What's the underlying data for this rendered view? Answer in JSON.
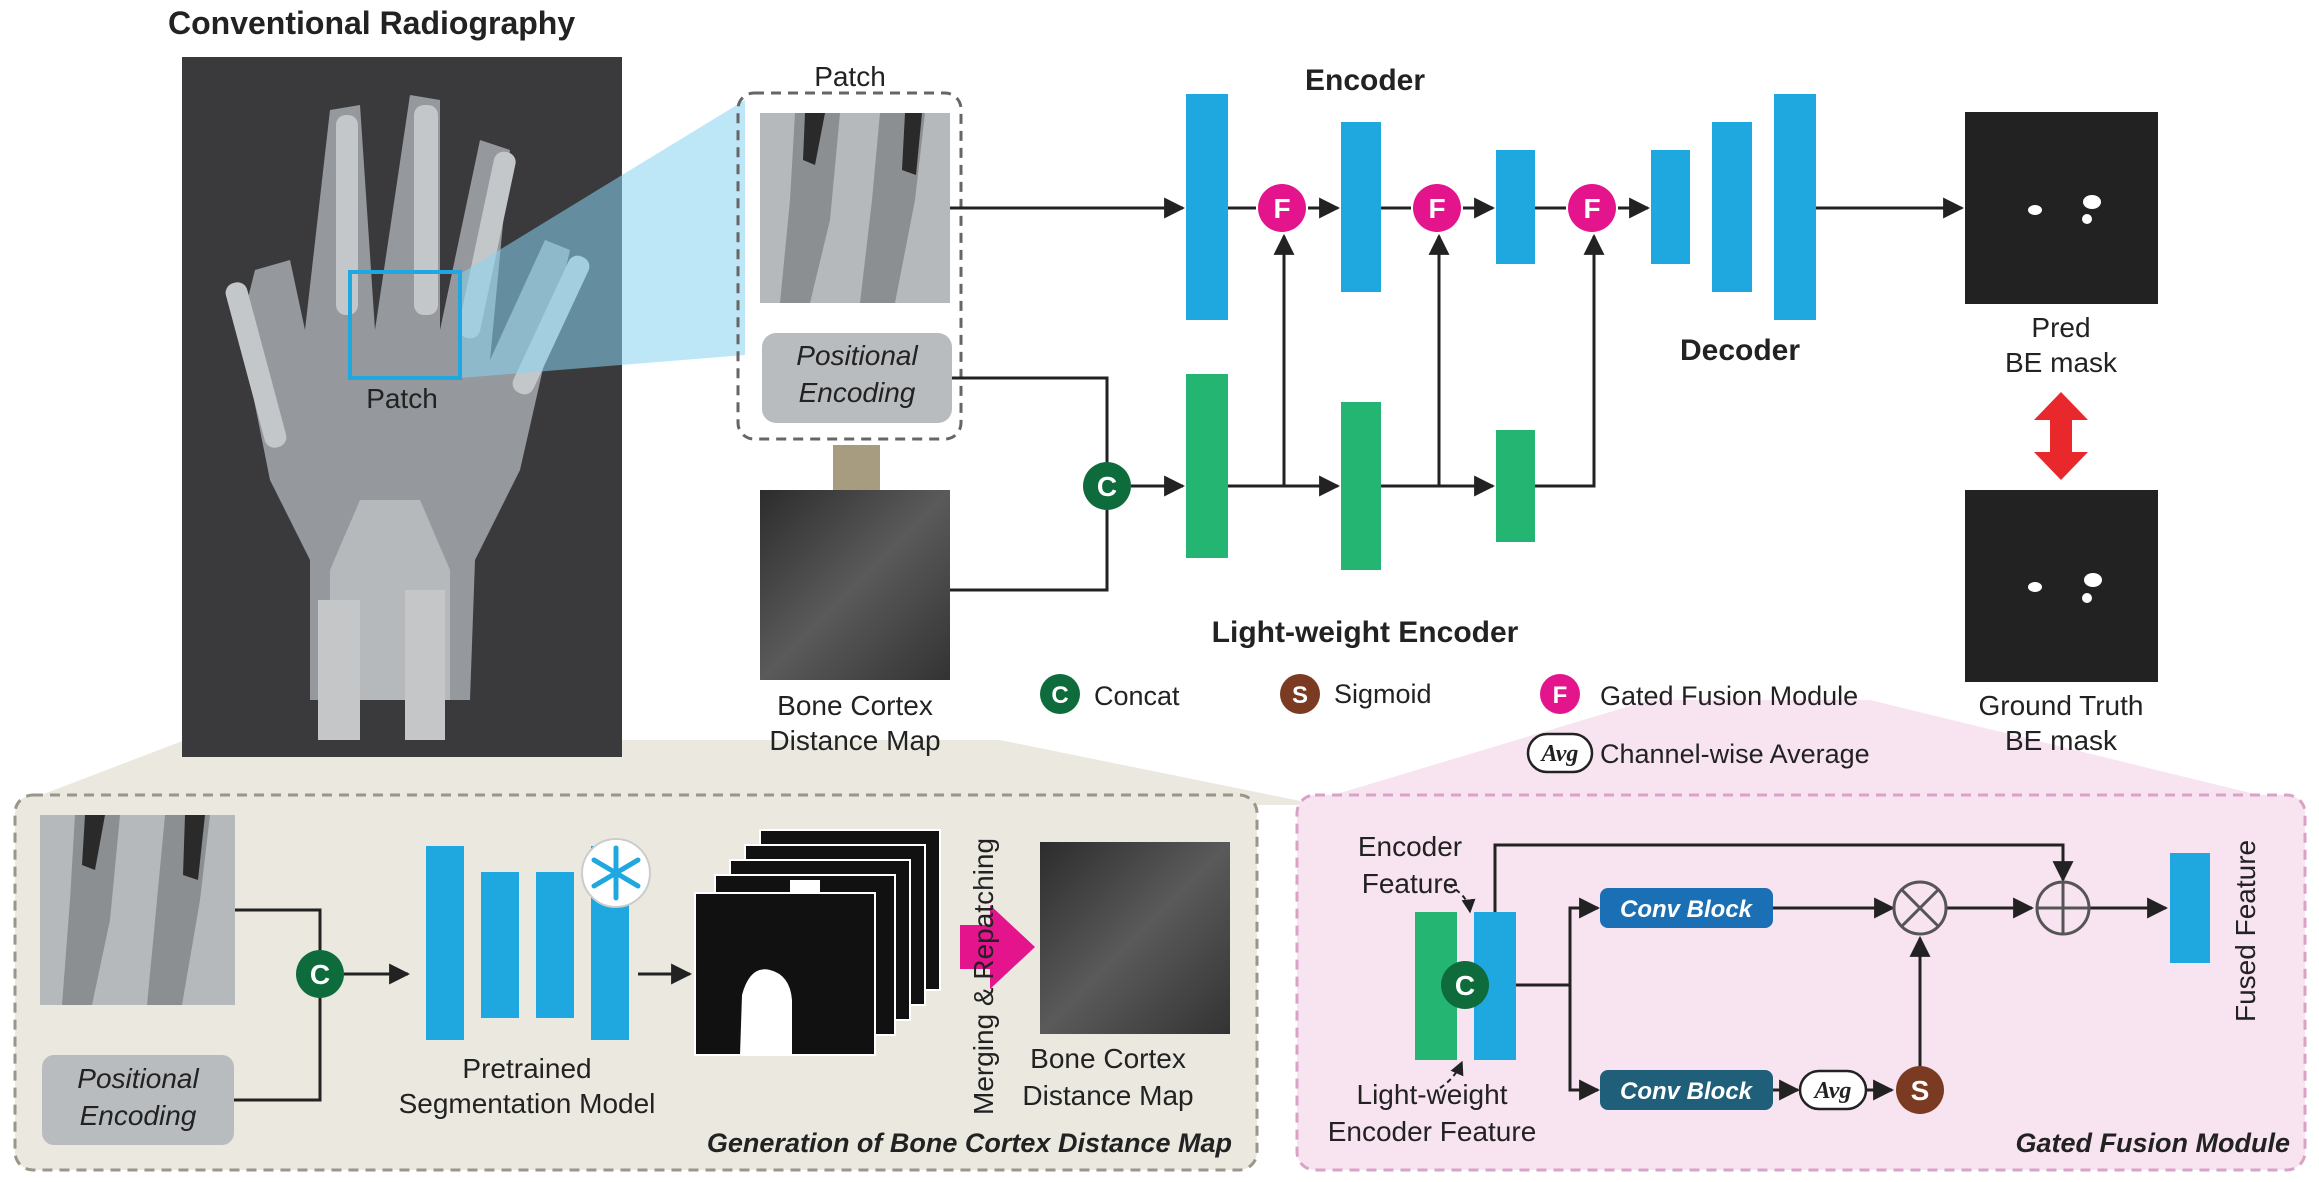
{
  "left_panel": {
    "title": "Conventional Radiography",
    "patch_label": "Patch"
  },
  "patch_area": {
    "patch_label": "Patch",
    "positional_encoding_line1": "Positional",
    "positional_encoding_line2": "Encoding"
  },
  "distance_map": {
    "label_line1": "Bone Cortex",
    "label_line2": "Distance Map"
  },
  "network": {
    "encoder_label": "Encoder",
    "decoder_label": "Decoder",
    "light_encoder_label": "Light-weight Encoder",
    "fusion_symbol": "F",
    "concat_symbol": "C"
  },
  "outputs": {
    "pred_line1": "Pred",
    "pred_line2": "BE mask",
    "gt_line1": "Ground Truth",
    "gt_line2": "BE mask"
  },
  "legend": {
    "concat_symbol": "C",
    "concat_label": "Concat",
    "sigmoid_symbol": "S",
    "sigmoid_label": "Sigmoid",
    "fusion_symbol": "F",
    "fusion_label": "Gated Fusion Module",
    "avg_symbol": "Avg",
    "avg_label": "Channel-wise Average"
  },
  "bottom_left": {
    "title": "Generation of Bone Cortex Distance Map",
    "positional_line1": "Positional",
    "positional_line2": "Encoding",
    "concat_symbol": "C",
    "model_line1": "Pretrained",
    "model_line2": "Segmentation Model",
    "merge_label": "Merging & Repatching",
    "output_line1": "Bone Cortex",
    "output_line2": "Distance Map"
  },
  "bottom_right": {
    "title": "Gated Fusion Module",
    "encoder_feature_line1": "Encoder",
    "encoder_feature_line2": "Feature",
    "light_feature_line1": "Light-weight",
    "light_feature_line2": "Encoder Feature",
    "concat_symbol": "C",
    "conv_block_top": "Conv Block",
    "conv_block_bottom": "Conv Block",
    "avg_symbol": "Avg",
    "sigmoid_symbol": "S",
    "multiply_symbol": "⊗",
    "add_symbol": "⊕",
    "fused_feature": "Fused Feature"
  },
  "colors": {
    "encoder_blue": "#1fa8e0",
    "light_green": "#25b573",
    "fusion_magenta": "#e4148c",
    "concat_green": "#0e6b3c",
    "sigmoid_brown": "#7a3b22",
    "conv_block_blue": "#1b6fb5",
    "conv_block_teal": "#1f5f7a",
    "double_arrow_red": "#e8282a",
    "beige_panel": "#ebe8e0",
    "pink_panel": "#f8e4f0",
    "radiograph_bg": "#3a3a3c",
    "projection_cyan": "#86d3f0",
    "merge_arrow_magenta": "#e4148c",
    "down_arrow_tan": "#a89c80"
  }
}
